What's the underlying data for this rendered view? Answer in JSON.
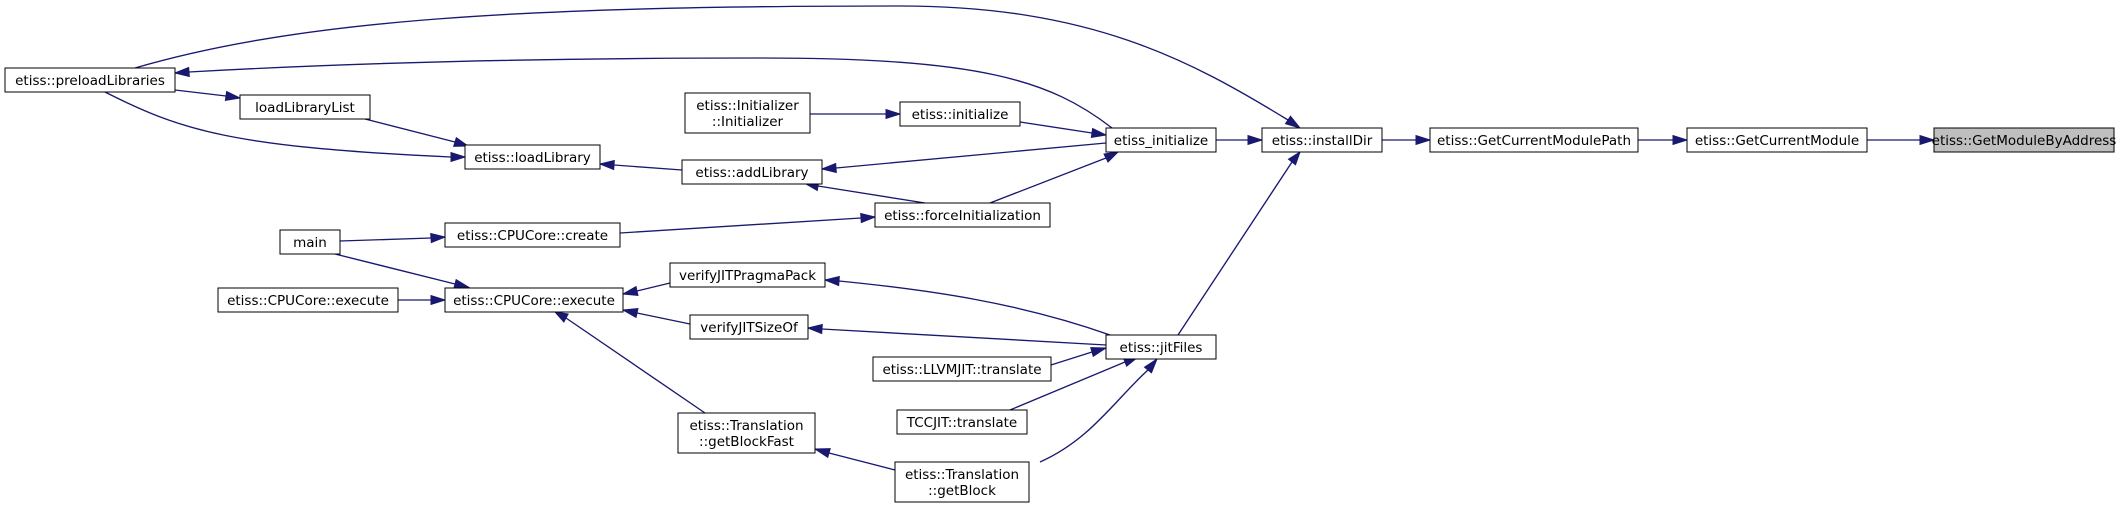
{
  "graph": {
    "edge_color": "#191970",
    "highlight_color": "#bfbfbf",
    "nodes": [
      {
        "id": "getModuleByAddress",
        "lines": [
          "etiss::GetModuleByAddress"
        ],
        "highlight": true,
        "interactable": false
      },
      {
        "id": "getCurrentModule",
        "lines": [
          "etiss::GetCurrentModule"
        ]
      },
      {
        "id": "getCurrentModulePath",
        "lines": [
          "etiss::GetCurrentModulePath"
        ]
      },
      {
        "id": "installDir",
        "lines": [
          "etiss::installDir"
        ]
      },
      {
        "id": "etissInitialize",
        "lines": [
          "etiss_initialize"
        ]
      },
      {
        "id": "jitFiles",
        "lines": [
          "etiss::jitFiles"
        ]
      },
      {
        "id": "preloadLibraries",
        "lines": [
          "etiss::preloadLibraries"
        ]
      },
      {
        "id": "loadLibraryList",
        "lines": [
          "loadLibraryList"
        ]
      },
      {
        "id": "loadLibrary",
        "lines": [
          "etiss::loadLibrary"
        ]
      },
      {
        "id": "initializerCtor",
        "lines": [
          "etiss::Initializer",
          "::Initializer"
        ]
      },
      {
        "id": "initialize",
        "lines": [
          "etiss::initialize"
        ]
      },
      {
        "id": "addLibrary",
        "lines": [
          "etiss::addLibrary"
        ]
      },
      {
        "id": "forceInitialization",
        "lines": [
          "etiss::forceInitialization"
        ]
      },
      {
        "id": "main",
        "lines": [
          "main"
        ]
      },
      {
        "id": "cpuCoreCreate",
        "lines": [
          "etiss::CPUCore::create"
        ]
      },
      {
        "id": "cpuCoreExecuteStatic",
        "lines": [
          "etiss::CPUCore::execute"
        ]
      },
      {
        "id": "cpuCoreExecute",
        "lines": [
          "etiss::CPUCore::execute"
        ]
      },
      {
        "id": "verifyJITPragmaPack",
        "lines": [
          "verifyJITPragmaPack"
        ]
      },
      {
        "id": "verifyJITSizeOf",
        "lines": [
          "verifyJITSizeOf"
        ]
      },
      {
        "id": "llvmjitTranslate",
        "lines": [
          "etiss::LLVMJIT::translate"
        ]
      },
      {
        "id": "tccjitTranslate",
        "lines": [
          "TCCJIT::translate"
        ]
      },
      {
        "id": "getBlockFast",
        "lines": [
          "etiss::Translation",
          "::getBlockFast"
        ]
      },
      {
        "id": "getBlock",
        "lines": [
          "etiss::Translation",
          "::getBlock"
        ]
      }
    ],
    "edges": [
      {
        "id": "getCurrentModule-to-getModuleByAddress"
      },
      {
        "id": "getCurrentModulePath-to-getCurrentModule"
      },
      {
        "id": "installDir-to-getCurrentModulePath"
      },
      {
        "id": "etissInitialize-to-installDir"
      },
      {
        "id": "jitFiles-to-installDir"
      },
      {
        "id": "preloadLibraries-to-installDir"
      },
      {
        "id": "etissInitialize-to-preloadLibraries"
      },
      {
        "id": "initialize-to-etissInitialize"
      },
      {
        "id": "forceInitialization-to-etissInitialize"
      },
      {
        "id": "etissInitialize-to-addLibrary"
      },
      {
        "id": "initializerCtor-to-initialize"
      },
      {
        "id": "preloadLibraries-to-loadLibraryList"
      },
      {
        "id": "loadLibraryList-to-loadLibrary"
      },
      {
        "id": "preloadLibraries-to-loadLibrary"
      },
      {
        "id": "addLibrary-to-loadLibrary"
      },
      {
        "id": "forceInitialization-to-addLibrary"
      },
      {
        "id": "cpuCoreCreate-to-forceInitialization"
      },
      {
        "id": "main-to-cpuCoreCreate"
      },
      {
        "id": "main-to-cpuCoreExecute"
      },
      {
        "id": "cpuCoreExecuteStatic-to-cpuCoreExecute"
      },
      {
        "id": "verifyJITPragmaPack-to-cpuCoreExecute"
      },
      {
        "id": "verifyJITSizeOf-to-cpuCoreExecute"
      },
      {
        "id": "getBlockFast-to-cpuCoreExecute"
      },
      {
        "id": "jitFiles-to-verifyJITPragmaPack"
      },
      {
        "id": "jitFiles-to-verifyJITSizeOf"
      },
      {
        "id": "llvmjitTranslate-to-jitFiles"
      },
      {
        "id": "tccjitTranslate-to-jitFiles"
      },
      {
        "id": "getBlock-to-jitFiles"
      },
      {
        "id": "getBlock-to-getBlockFast"
      }
    ]
  }
}
